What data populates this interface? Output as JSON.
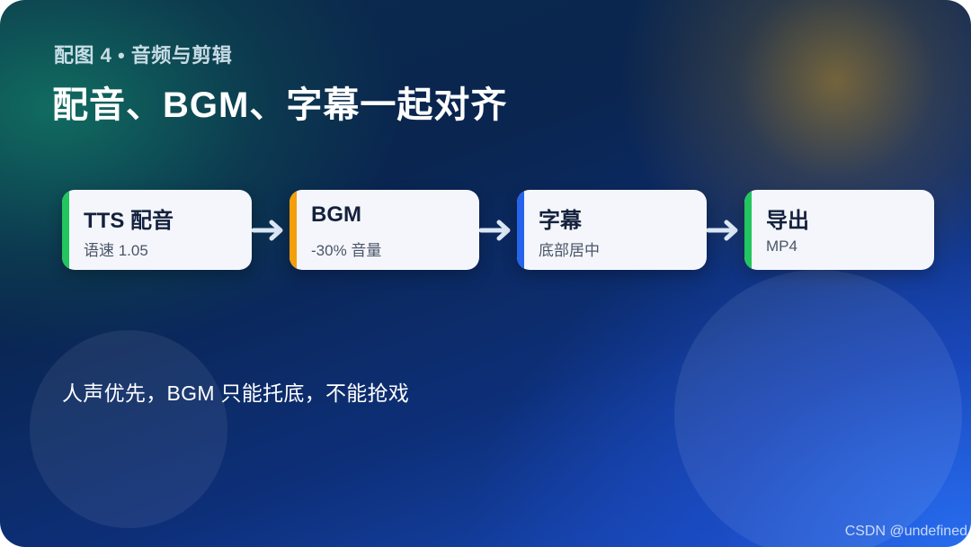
{
  "header": {
    "subtitle": "配图 4 • 音频与剪辑",
    "title": "配音、BGM、字幕一起对齐"
  },
  "flow": {
    "steps": [
      {
        "title": "TTS 配音",
        "subtitle": "语速 1.05",
        "accent": "#22c55e"
      },
      {
        "title": "BGM",
        "subtitle": "-30% 音量",
        "accent": "#f59e0b"
      },
      {
        "title": "字幕",
        "subtitle": "底部居中",
        "accent": "#2563eb"
      },
      {
        "title": "导出",
        "subtitle": "MP4",
        "accent": "#22c55e"
      }
    ],
    "arrow_color": "#dbe7f5"
  },
  "caption": "人声优先，BGM 只能托底，不能抢戏",
  "watermark": "CSDN @undefined"
}
